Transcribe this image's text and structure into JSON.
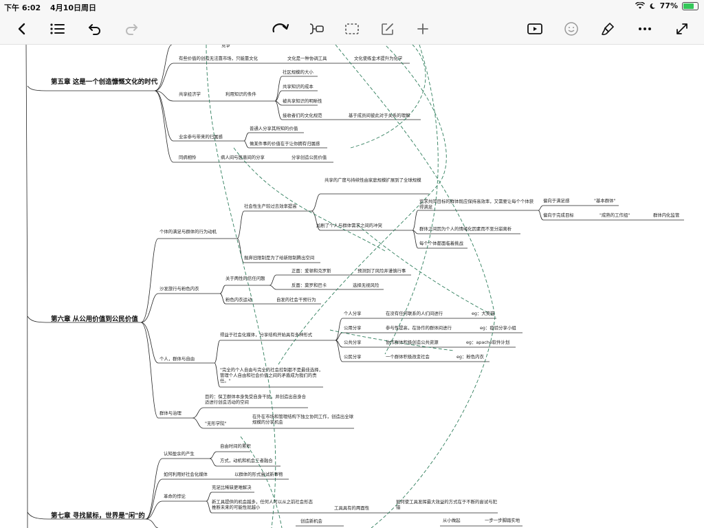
{
  "status_bar": {
    "time": "下午 6:02",
    "date": "4月10日周日",
    "battery": "77%",
    "battery_level": 0.77
  },
  "toolbar": {
    "left": [
      "back-icon",
      "outline-list-icon",
      "undo-icon",
      "redo-icon"
    ],
    "center": [
      "rotate-icon",
      "insert-node-icon",
      "select-box-icon",
      "edit-icon",
      "add-icon"
    ],
    "right": [
      "play-icon",
      "emoji-icon",
      "style-brush-icon",
      "more-icon",
      "fullscreen-icon"
    ]
  },
  "mindmap": {
    "c5": {
      "title": "第五章  这是一个创造慷慨文化的时代",
      "top_fragment": "竞争",
      "b1": "有些价值的创造无法靠市场，只能靠文化",
      "b1a": "文化是一种协调工具",
      "b1b": "文化使练金术提升为化学",
      "b2": "共享经济学",
      "b2a": "利用知识的条件",
      "b2a1": "社区规模的大小",
      "b2a2": "共享知识的成本",
      "b2a3": "被共享知识的明晰性",
      "b2a4": "接收者们的文化规范",
      "b2a4a": "基于成员间彼此对于关系的理解",
      "b3": "业余参与带来的归属感",
      "b3a": "普通人分享其所知的价值",
      "b3b": "做某件事的价值在于让你拥有归属感",
      "b4": "同病相怜",
      "b4a": "病人间与医患间的分享",
      "b4b": "分享创造公民价值"
    },
    "c6": {
      "title": "第六章 从公用价值到公民价值",
      "m1": "个体的满足与群体的行为动机",
      "m1a": "社会性生产较过去效率提高",
      "m1a1": "共享的广度与持续性由家庭规模扩展到了全球规模",
      "m1a2": "加剧了个人与群体需求之间的冲突",
      "m1a2a": "追求共同目标的群体既应保持高效率，又需要让每个个体获得满足",
      "m1a2a1": "偏向于满足感",
      "m1a2a1x": "\"基本群体\"",
      "m1a2a2": "偏向于完成目标",
      "m1a2a2x": "\"成熟的工作组\"",
      "m1a2a2y": "群体内化监管",
      "m1a2b": "群体之间因为个人的情绪化因素而不至分崩离析",
      "m1a2c": "每个个体都面临着挑战",
      "m1b": "抛弃旧限制是为了给新限制腾出空间",
      "m2": "沙发旅行与粉色内衣",
      "m2a": "关于两性的信任问题",
      "m2a1": "正面：爱顿和克罗斯",
      "m2a1x": "预测到了风险并谨慎行事",
      "m2a2": "反面：莫罗和巴卡",
      "m2a2x": "选择无视风险",
      "m2b": "粉色内衣运动",
      "m2bx": "自发的社会干预行为",
      "m3": "个人，群体与自由",
      "m3a": "得益于社会化媒体，分享结构开始具有多种形式",
      "m3a1": "个人分享",
      "m3a1x": "在没有任何联系的人们间进行",
      "m3a1y": "eg：大笑猫",
      "m3a2": "公用分享",
      "m3a2x": "参与性提高，在协作的群体间进行",
      "m3a2y": "eg：疫验分享小组",
      "m3a3": "公共分享",
      "m3a3x": "协作群体积极创造公共资源",
      "m3a3y": "eg：apache软件计划",
      "m3a4": "公民分享",
      "m3a4x": "一个群体积极改变社会",
      "m3a4y": "eg：粉色内衣",
      "m3b": "\"完全的个人自由与完全的社会控制都不是最佳选择，管理个人自由和社会价值之间的矛盾成为我们的责任。\"",
      "m4": "群体与治理",
      "m4a": "目的：保卫群体本身免受自身干扰，并创造出自身合适进行创造活动的空间",
      "m4b": "\"无形学院\"",
      "m4bx": "在外在市场和管理结构下独立协同工作，创造出全球规模的分享机会"
    },
    "c7": {
      "title": "第七章 寻找鼠标，世界是\"闲\"的",
      "p1": "认知盈余的产生",
      "p1a": "自由时间的累积",
      "p1b": "方式，动机和机会三者融合",
      "p2": "如何利用好社会化媒体",
      "p2x": "以群体的形式尝试新事物",
      "p3": "革命的悖论",
      "p3a": "充足比稀缺更难解决",
      "p3b": "新工具提供的机会越多，任何人可以从之前社会形态推断未来的可能性就越小",
      "p3c": "工具具有的两面性",
      "p3d": "如何使工具发挥最大效益的方式在于不断的尝试与犯错",
      "p4": "创造新机会",
      "p4a": "从小做起",
      "p4b": "一步一步脚踏实地"
    }
  }
}
